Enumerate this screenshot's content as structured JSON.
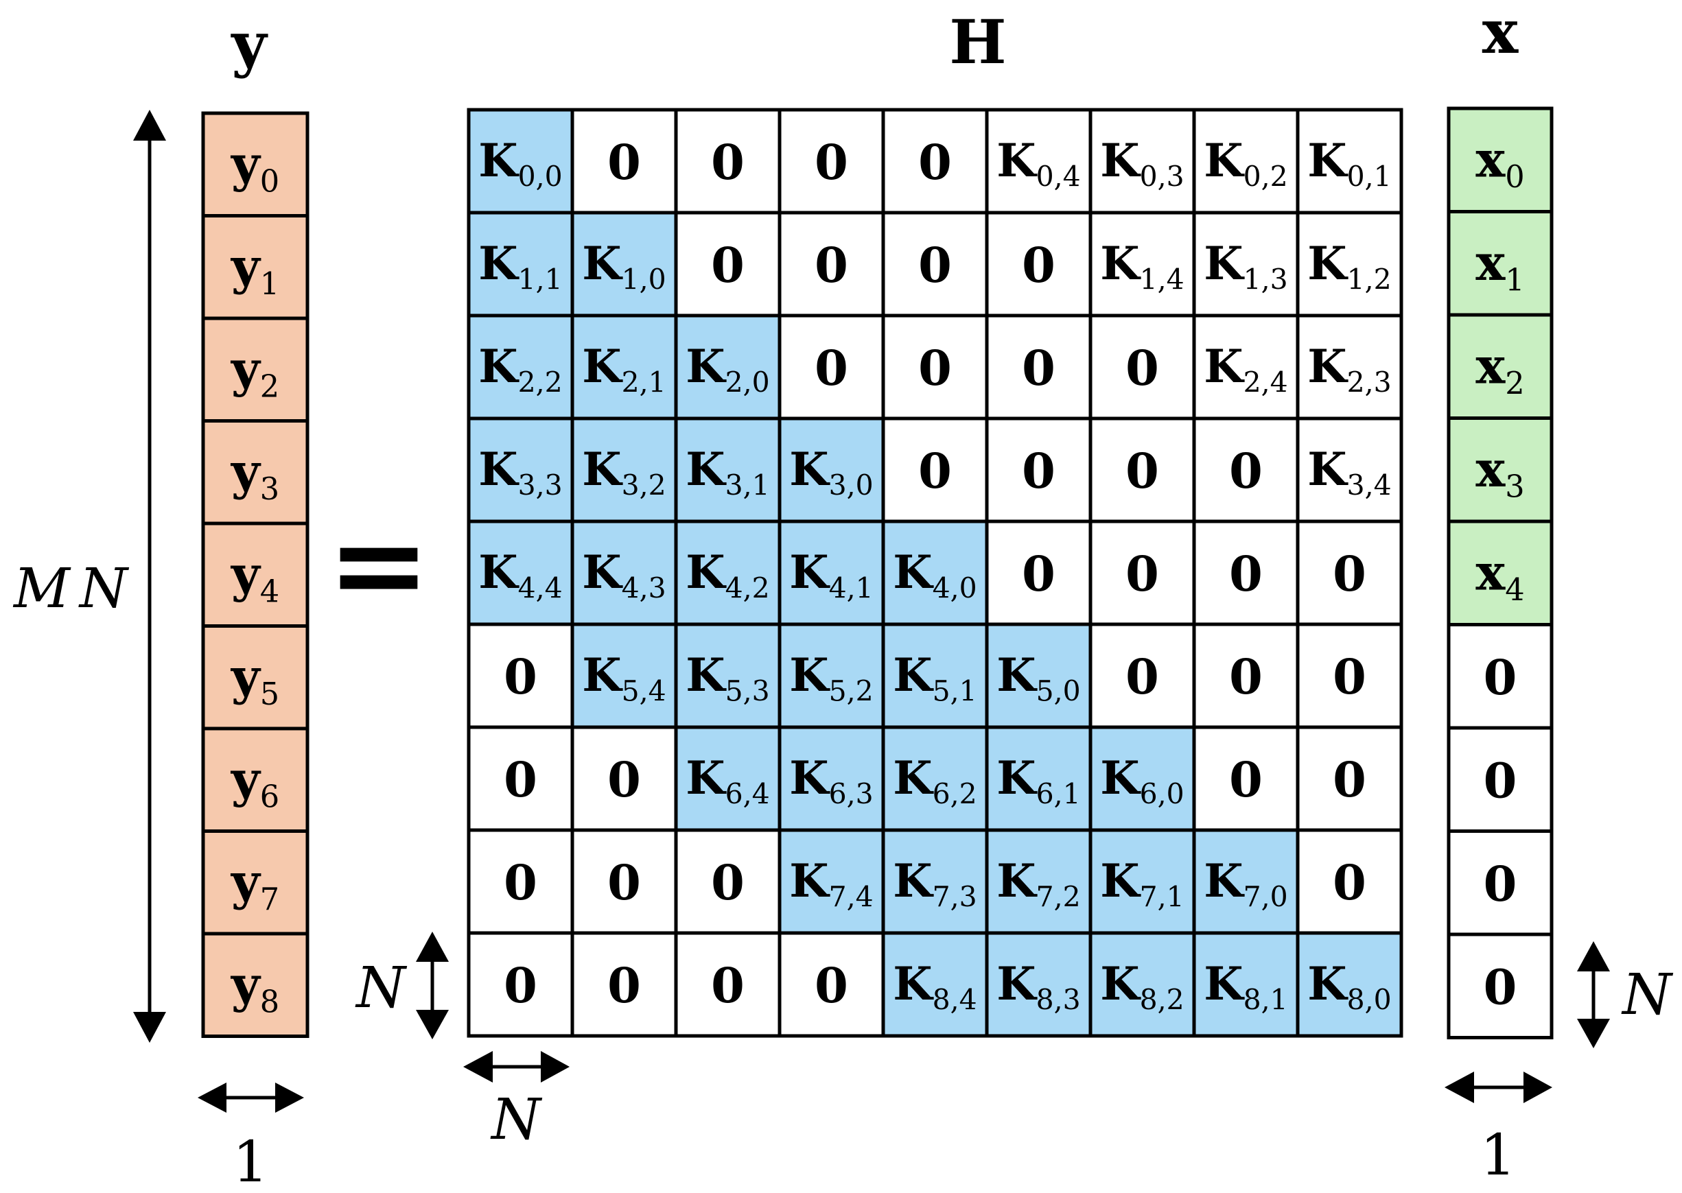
{
  "labels": {
    "y_title": "y",
    "h_title": "H",
    "x_title": "x",
    "equals": "=",
    "mn_label_m": "M",
    "mn_label_n": "N",
    "n_label": "N",
    "one_label": "1",
    "zero": "0"
  },
  "vector_y": {
    "symbol": "y",
    "indices": [
      "0",
      "1",
      "2",
      "3",
      "4",
      "5",
      "6",
      "7",
      "8"
    ],
    "color": "#f6c9ad"
  },
  "vector_x": {
    "symbol": "x",
    "indices": [
      "0",
      "1",
      "2",
      "3",
      "4"
    ],
    "zero_count": 4,
    "color": "#c9efc2"
  },
  "matrix_h": {
    "symbol": "K",
    "rows": 9,
    "cols": 9,
    "band": 5,
    "shaded_color": "#a9d9f5",
    "white_color": "#ffffff"
  }
}
